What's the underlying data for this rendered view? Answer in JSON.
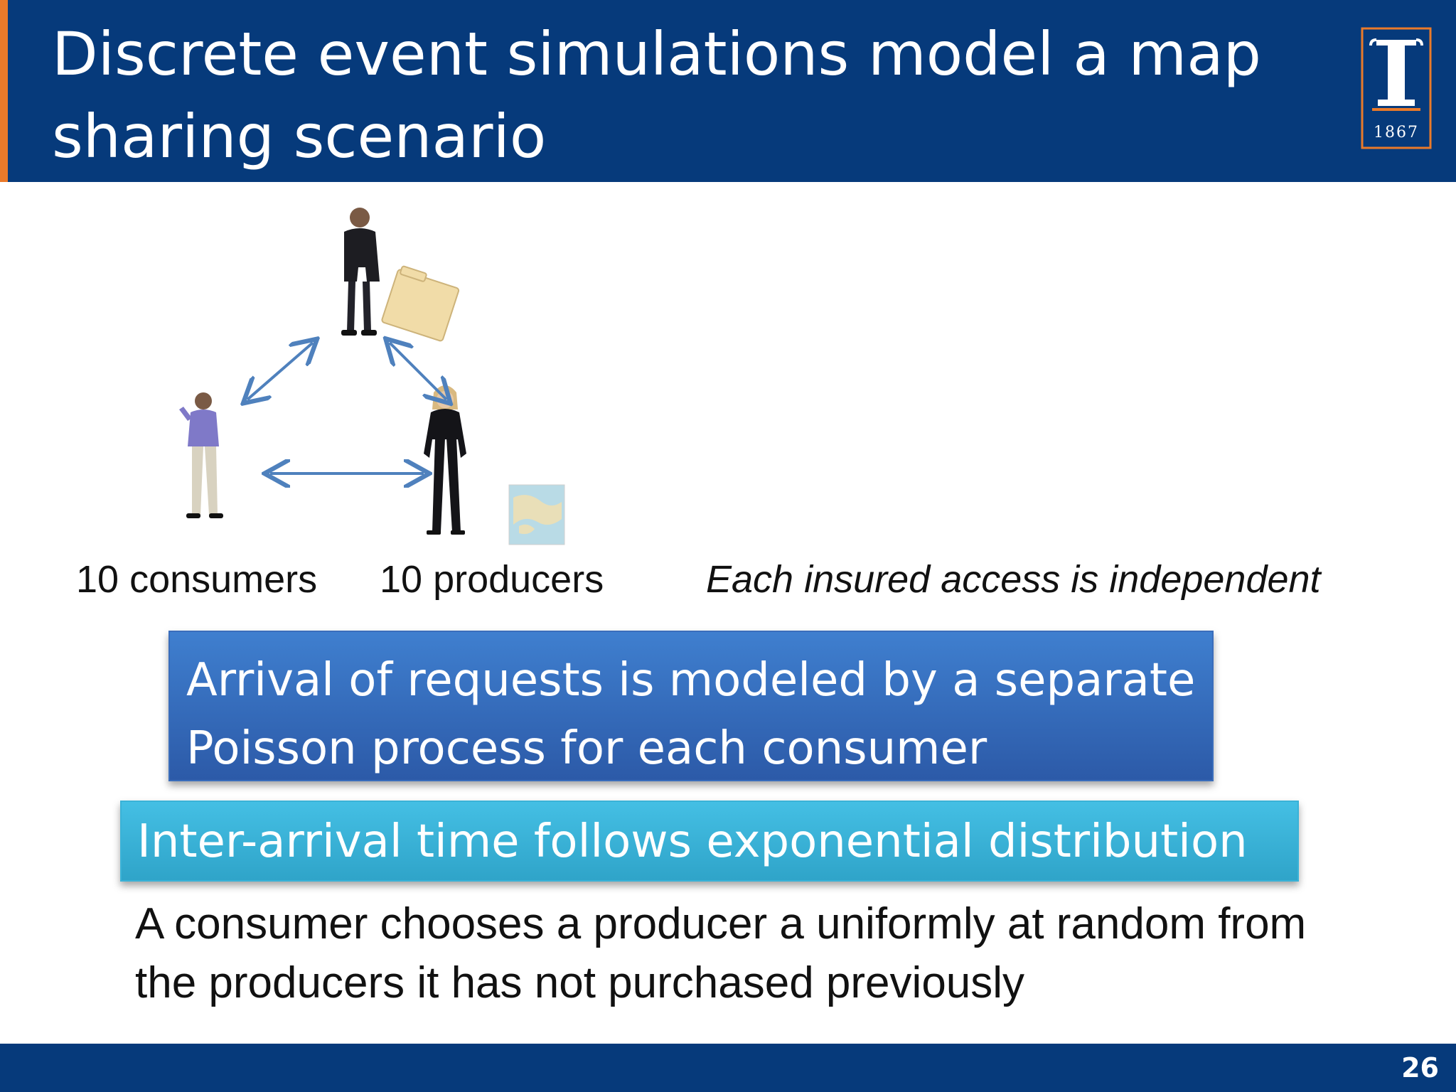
{
  "slide": {
    "title": "Discrete event simulations model a map sharing scenario",
    "logo": {
      "year": "1867",
      "accent_color": "#ea7a2a"
    },
    "labels": {
      "consumers": "10 consumers",
      "producers": "10 producers",
      "independence": "Each insured access is independent"
    },
    "callouts": {
      "arrivals": "Arrival of requests is modeled by a separate Poisson process for each consumer",
      "inter_arrival": "Inter-arrival time follows exponential distribution"
    },
    "note": "A consumer chooses a producer a uniformly at random from the producers it has not purchased previously",
    "page_number": "26",
    "colors": {
      "header": "#063a7b",
      "accent": "#ea7a2a",
      "callout_blue": "#3468b8",
      "callout_cyan": "#3bb2da",
      "arrow": "#4f81bd"
    }
  }
}
